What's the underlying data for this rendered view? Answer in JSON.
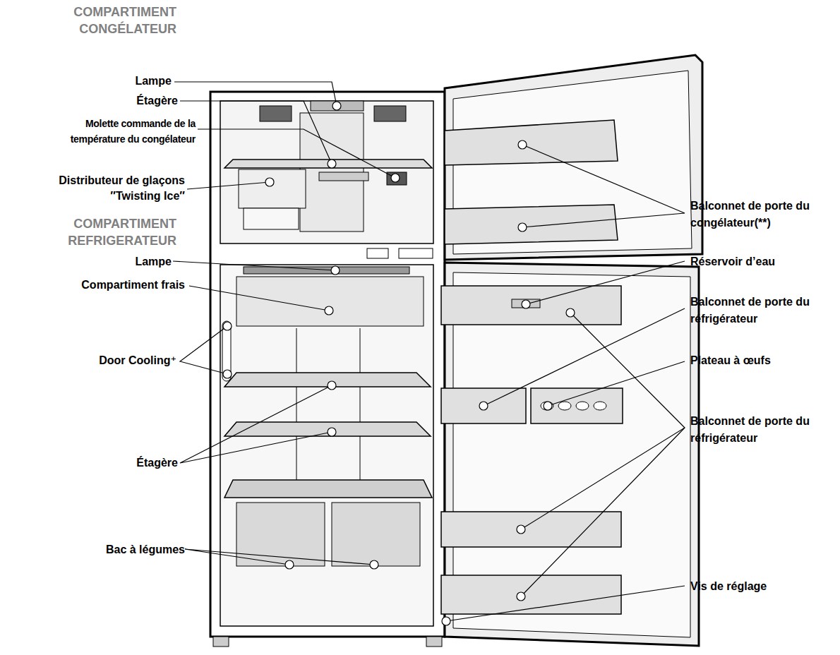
{
  "diagram": {
    "labels": [
      "COMPARTIMENT CONGÉLATEUR",
      "Lampe",
      "Étagère",
      "Molette commande de la température du congélateur",
      "Distributeur de glaçons ″Twisting Ice″",
      "COMPARTIMENT REFRIGERATEUR",
      "Lampe",
      "Compartiment frais",
      "Door Cooling⁺",
      "Étagère",
      "Bac à légumes",
      "Balconnet de porte du congélateur(**)",
      "Réservoir d’eau",
      "Balconnet de porte du réfrigérateur",
      "Plateau à œufs",
      "Balconnet de porte du réfrigérateur",
      "Vis de réglage"
    ]
  }
}
